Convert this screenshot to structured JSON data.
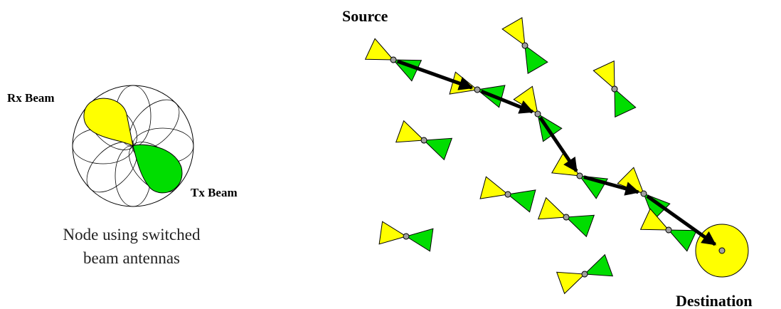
{
  "labels": {
    "rx_beam": "Rx Beam",
    "tx_beam": "Tx Beam",
    "caption_line1": "Node using switched",
    "caption_line2": "beam antennas",
    "source": "Source",
    "destination": "Destination"
  },
  "colors": {
    "rx": "#ffff00",
    "tx": "#00dd00",
    "node": "#a0a0a0",
    "outline": "#000000"
  }
}
